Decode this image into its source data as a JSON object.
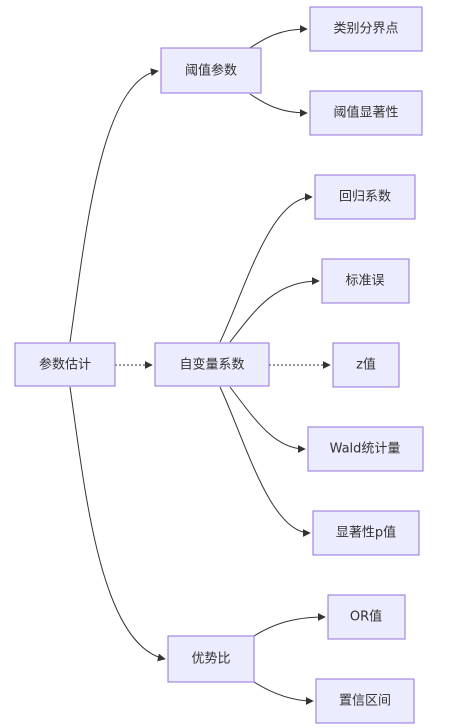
{
  "diagram": {
    "nodes": {
      "root": "参数估计",
      "threshold": "阈值参数",
      "coef": "自变量系数",
      "oddsratio": "优势比",
      "cutpoint": "类别分界点",
      "thresh_sig": "阈值显著性",
      "reg_coef": "回归系数",
      "std_err": "标准误",
      "z_value": "z值",
      "wald": "Wald统计量",
      "p_value": "显著性p值",
      "or_value": "OR值",
      "ci": "置信区间"
    },
    "edges": [
      {
        "from": "root",
        "to": "threshold",
        "style": "solid"
      },
      {
        "from": "root",
        "to": "coef",
        "style": "dotted"
      },
      {
        "from": "root",
        "to": "oddsratio",
        "style": "solid"
      },
      {
        "from": "threshold",
        "to": "cutpoint",
        "style": "solid"
      },
      {
        "from": "threshold",
        "to": "thresh_sig",
        "style": "solid"
      },
      {
        "from": "coef",
        "to": "reg_coef",
        "style": "solid"
      },
      {
        "from": "coef",
        "to": "std_err",
        "style": "solid"
      },
      {
        "from": "coef",
        "to": "z_value",
        "style": "dotted"
      },
      {
        "from": "coef",
        "to": "wald",
        "style": "solid"
      },
      {
        "from": "coef",
        "to": "p_value",
        "style": "solid"
      },
      {
        "from": "oddsratio",
        "to": "or_value",
        "style": "solid"
      },
      {
        "from": "oddsratio",
        "to": "ci",
        "style": "solid"
      }
    ]
  }
}
